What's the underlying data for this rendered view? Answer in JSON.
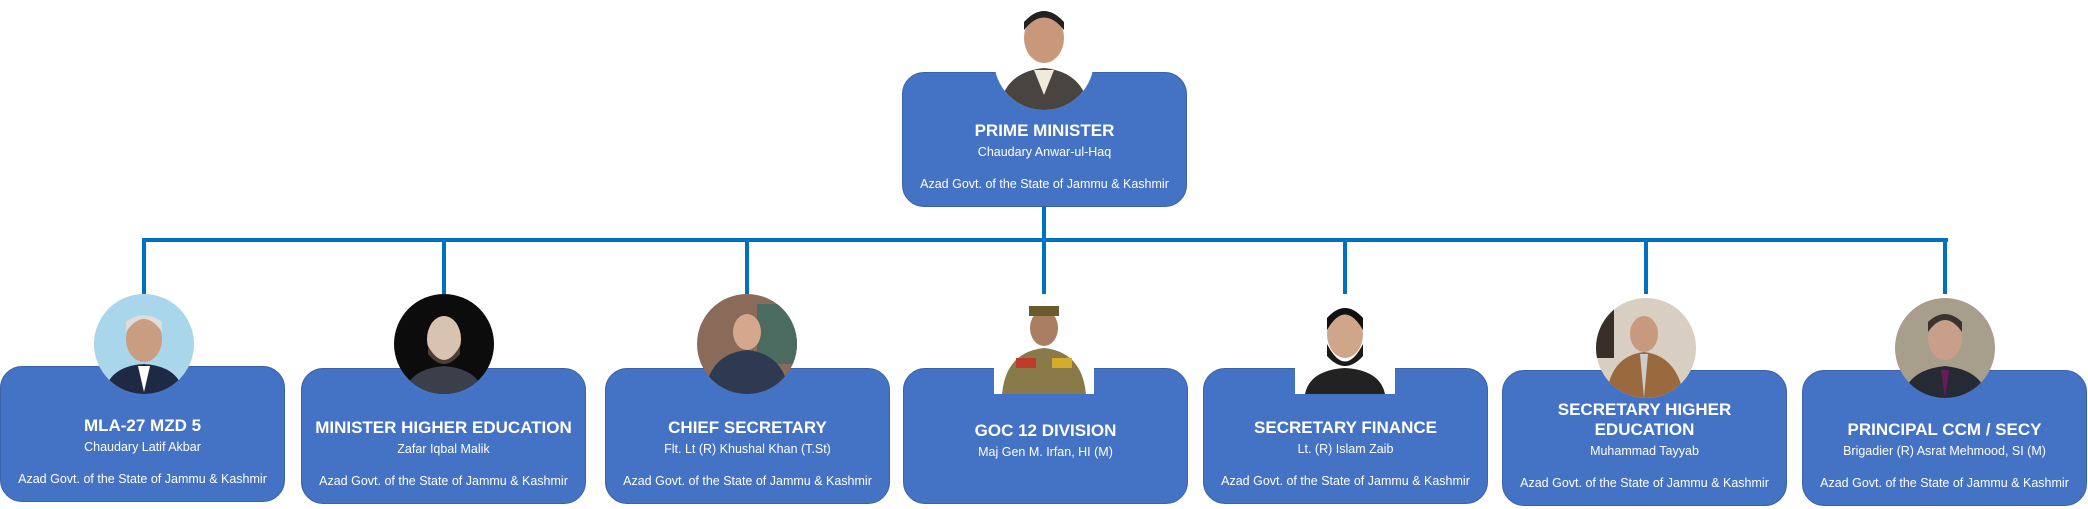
{
  "colors": {
    "box": "#4472c4",
    "connector": "#0070c0"
  },
  "root": {
    "title": "PRIME MINISTER",
    "name": "Chaudary Anwar-ul-Haq",
    "org": "Azad Govt. of the State of Jammu & Kashmir"
  },
  "children": [
    {
      "title": "MLA-27 MZD 5",
      "name": "Chaudary Latif Akbar",
      "org": "Azad Govt. of the State of Jammu & Kashmir"
    },
    {
      "title": "MINISTER HIGHER EDUCATION",
      "name": "Zafar Iqbal Malik",
      "org": "Azad Govt. of the State of Jammu & Kashmir"
    },
    {
      "title": "CHIEF SECRETARY",
      "name": "Flt. Lt (R) Khushal Khan (T.St)",
      "org": "Azad Govt. of the State of Jammu & Kashmir"
    },
    {
      "title": "GOC 12 DIVISION",
      "name": "Maj Gen M. Irfan, HI (M)",
      "org": ""
    },
    {
      "title": "SECRETARY FINANCE",
      "name": "Lt. (R) Islam Zaib",
      "org": "Azad Govt. of the State of Jammu & Kashmir"
    },
    {
      "title": "SECRETARY HIGHER EDUCATION",
      "name": "Muhammad Tayyab",
      "org": "Azad Govt. of the State of Jammu & Kashmir"
    },
    {
      "title": "PRINCIPAL CCM / SECY",
      "name": "Brigadier (R) Asrat Mehmood, SI (M)",
      "org": "Azad Govt. of the State of Jammu & Kashmir"
    }
  ]
}
